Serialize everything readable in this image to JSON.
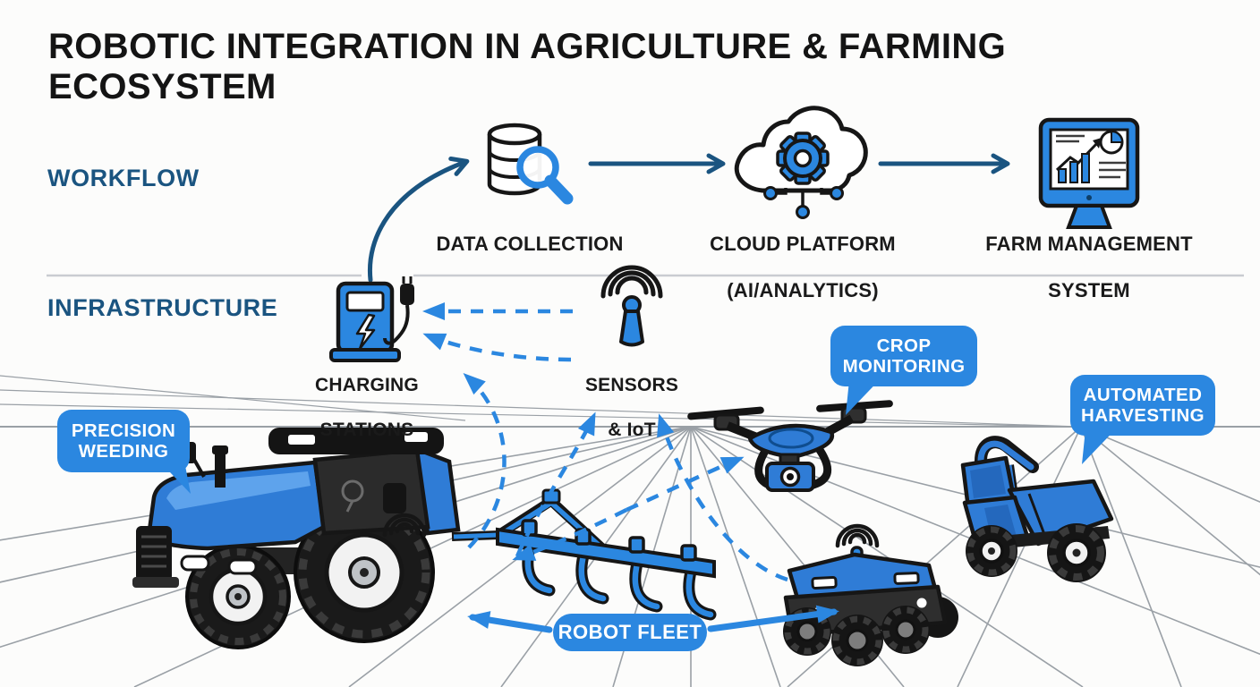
{
  "title": "ROBOTIC INTEGRATION IN AGRICULTURE & FARMING ECOSYSTEM",
  "colors": {
    "accent_blue": "#2b87e0",
    "vehicle_blue": "#2f7cd6",
    "navy": "#1a5480",
    "ink": "#161616",
    "field_line_gray": "#9aa0a6",
    "divider_gray": "#c9ccd1",
    "white": "#ffffff"
  },
  "sections": {
    "workflow": "WORKFLOW",
    "infrastructure": "INFRASTRUCTURE"
  },
  "workflow_nodes": [
    {
      "icon": "database-search-icon",
      "line1": "DATA COLLECTION",
      "line2": ""
    },
    {
      "icon": "cloud-ai-gear-icon",
      "line1": "CLOUD PLATFORM",
      "line2": "(AI/ANALYTICS)"
    },
    {
      "icon": "farm-dashboard-monitor-icon",
      "line1": "FARM MANAGEMENT",
      "line2": "SYSTEM"
    }
  ],
  "infrastructure_nodes": [
    {
      "icon": "ev-charging-station-icon",
      "line1": "CHARGING",
      "line2": "STATIONS"
    },
    {
      "icon": "iot-antenna-icon",
      "line1": "SENSORS",
      "line2": "& IoT"
    }
  ],
  "callouts": {
    "precision_weeding": {
      "line1": "PRECISION",
      "line2": "WEEDING"
    },
    "crop_monitoring": {
      "line1": "CROP",
      "line2": "MONITORING"
    },
    "automated_harvesting": {
      "line1": "AUTOMATED",
      "line2": "HARVESTING"
    },
    "robot_fleet": {
      "line1": "ROBOT FLEET"
    }
  },
  "vehicles": [
    {
      "name": "autonomous-tractor-with-plow"
    },
    {
      "name": "crop-monitoring-drone"
    },
    {
      "name": "field-rover-robot"
    },
    {
      "name": "automated-harvester"
    }
  ]
}
